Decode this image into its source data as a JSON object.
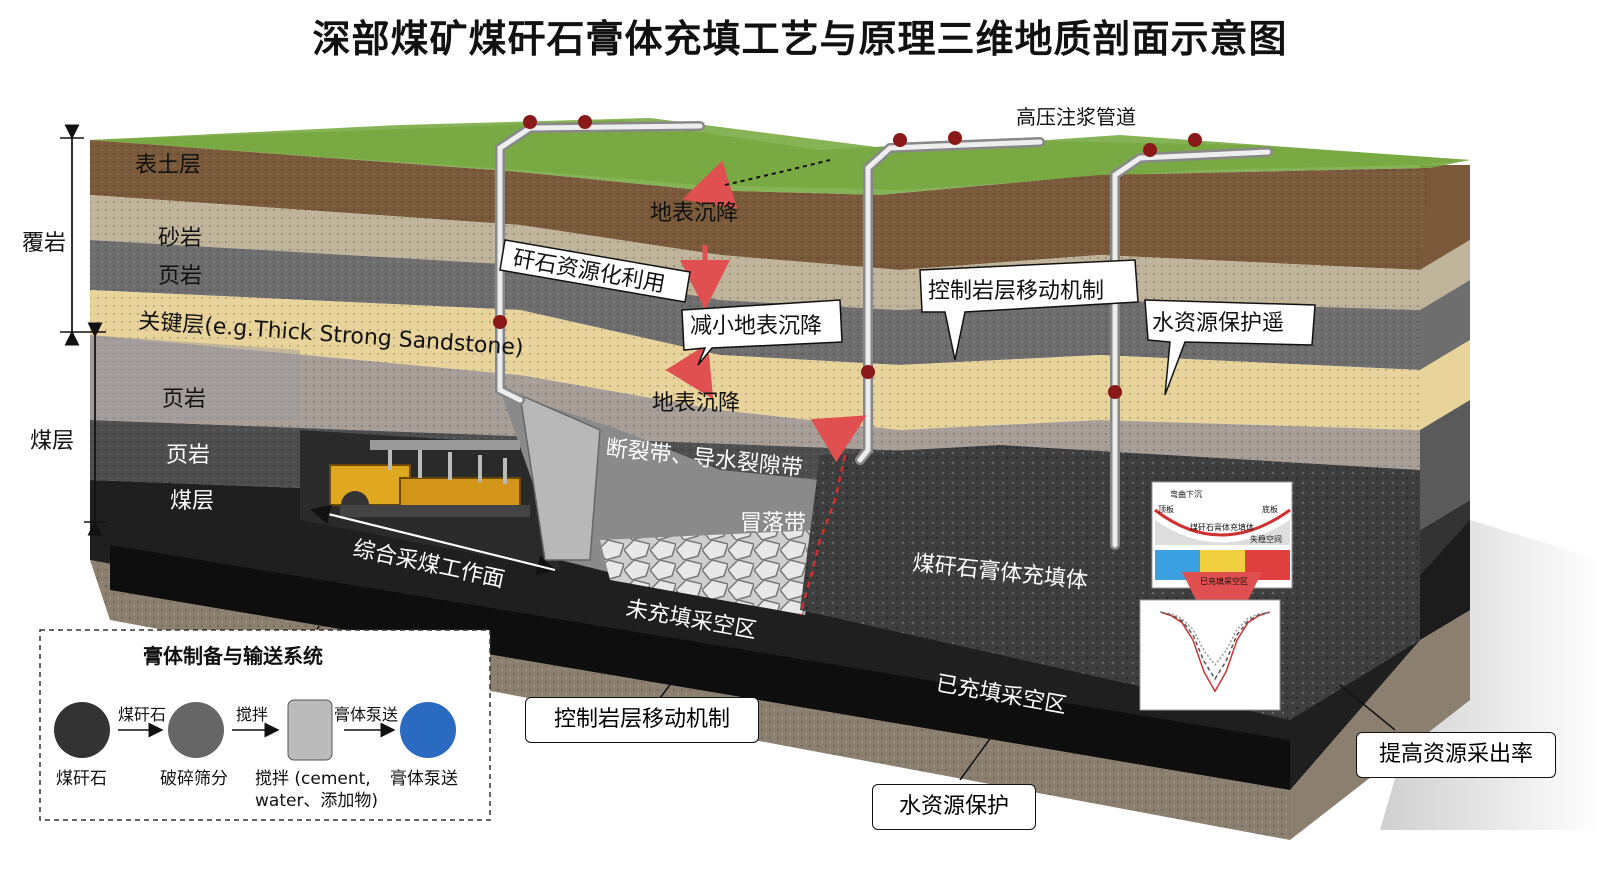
{
  "title": "深部煤矿煤矸石膏体充填工艺与原理三维地质剖面示意图",
  "side_labels": {
    "overburden": "覆岩",
    "coal_seam_zone": "煤层"
  },
  "strata": {
    "topsoil": "表土层",
    "sandstone": "砂岩",
    "shale_upper": "页岩",
    "key_layer": "关键层(e.g.Thick Strong Sandstone)",
    "shale_mid": "页岩",
    "shale_lower": "页岩",
    "coal": "煤层"
  },
  "annotations": {
    "grout_pipe": "高压注浆管道",
    "surface_subsidence_top": "地表沉降",
    "surface_subsidence_mid": "地表沉降",
    "gangue_utilization": "矸石资源化利用",
    "reduce_subsidence": "减小地表沉降",
    "control_strata_top": "控制岩层移动机制",
    "water_protection_top": "水资源保护遥",
    "fracture_zone": "断裂带、导水裂隙带",
    "caving_zone": "冒落带",
    "working_face": "综合采煤工作面",
    "unfilled_goaf": "未充填采空区",
    "paste_body": "煤矸石膏体充填体",
    "filled_goaf": "已充填采空区",
    "control_strata_bottom": "控制岩层移动机制",
    "water_protection_bottom": "水资源保护",
    "improve_recovery": "提高资源采出率"
  },
  "inset_diagram": {
    "label_top": "弯曲下沉",
    "label_left_side": "顶板",
    "label_right": "底板",
    "label_center": "煤矸石膏体充填体",
    "label_gap": "失稳空间",
    "label_bottom": "已充填采空区"
  },
  "inset_chart": {
    "chart_data": {
      "type": "line",
      "x": [
        0,
        5,
        10,
        15,
        20,
        25,
        30,
        35,
        40,
        45,
        50
      ],
      "series": [
        {
          "values": [
            0,
            -10,
            -30,
            -80,
            -170,
            -225,
            -170,
            -80,
            -30,
            -10,
            0
          ]
        },
        {
          "values": [
            0,
            -8,
            -25,
            -65,
            -140,
            -190,
            -140,
            -65,
            -25,
            -8,
            0
          ]
        },
        {
          "values": [
            0,
            -5,
            -18,
            -50,
            -110,
            -150,
            -110,
            -50,
            -18,
            -5,
            0
          ]
        }
      ],
      "ylim": [
        -250,
        0
      ],
      "xlim": [
        0,
        50
      ]
    }
  },
  "system_box": {
    "title": "膏体制备与输送系统",
    "step1": "煤矸石",
    "arrow1": "煤矸石",
    "step2": "破碎筛分",
    "arrow2": "搅拌",
    "step3_line1": "搅拌 (cement,",
    "step3_line2": "water、添加物)",
    "arrow3": "膏体泵送",
    "step4": "膏体泵送"
  },
  "colors": {
    "grass": "#6a9a3a",
    "topsoil": "#7a5a3a",
    "sandstone": "#bfb39a",
    "shale": "#6e6e6e",
    "key_layer": "#e8d39a",
    "coal": "#222222",
    "paste": "#3c3c3c",
    "red_arrow": "#e05050"
  }
}
